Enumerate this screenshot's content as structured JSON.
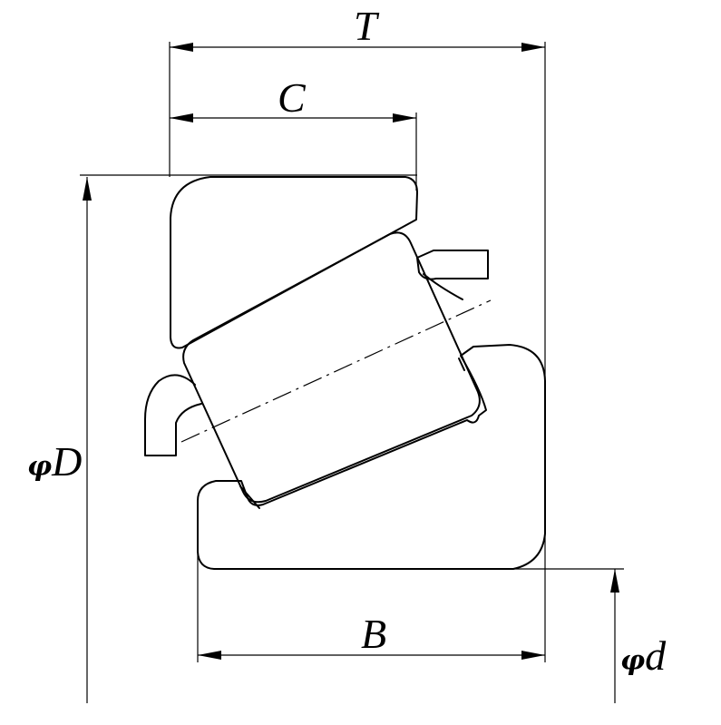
{
  "dimensions": {
    "T": {
      "label": "T"
    },
    "C": {
      "label": "C"
    },
    "B": {
      "label": "B"
    },
    "D": {
      "prefix": "φ",
      "label": "D"
    },
    "d": {
      "prefix": "φ",
      "label": "d"
    }
  }
}
